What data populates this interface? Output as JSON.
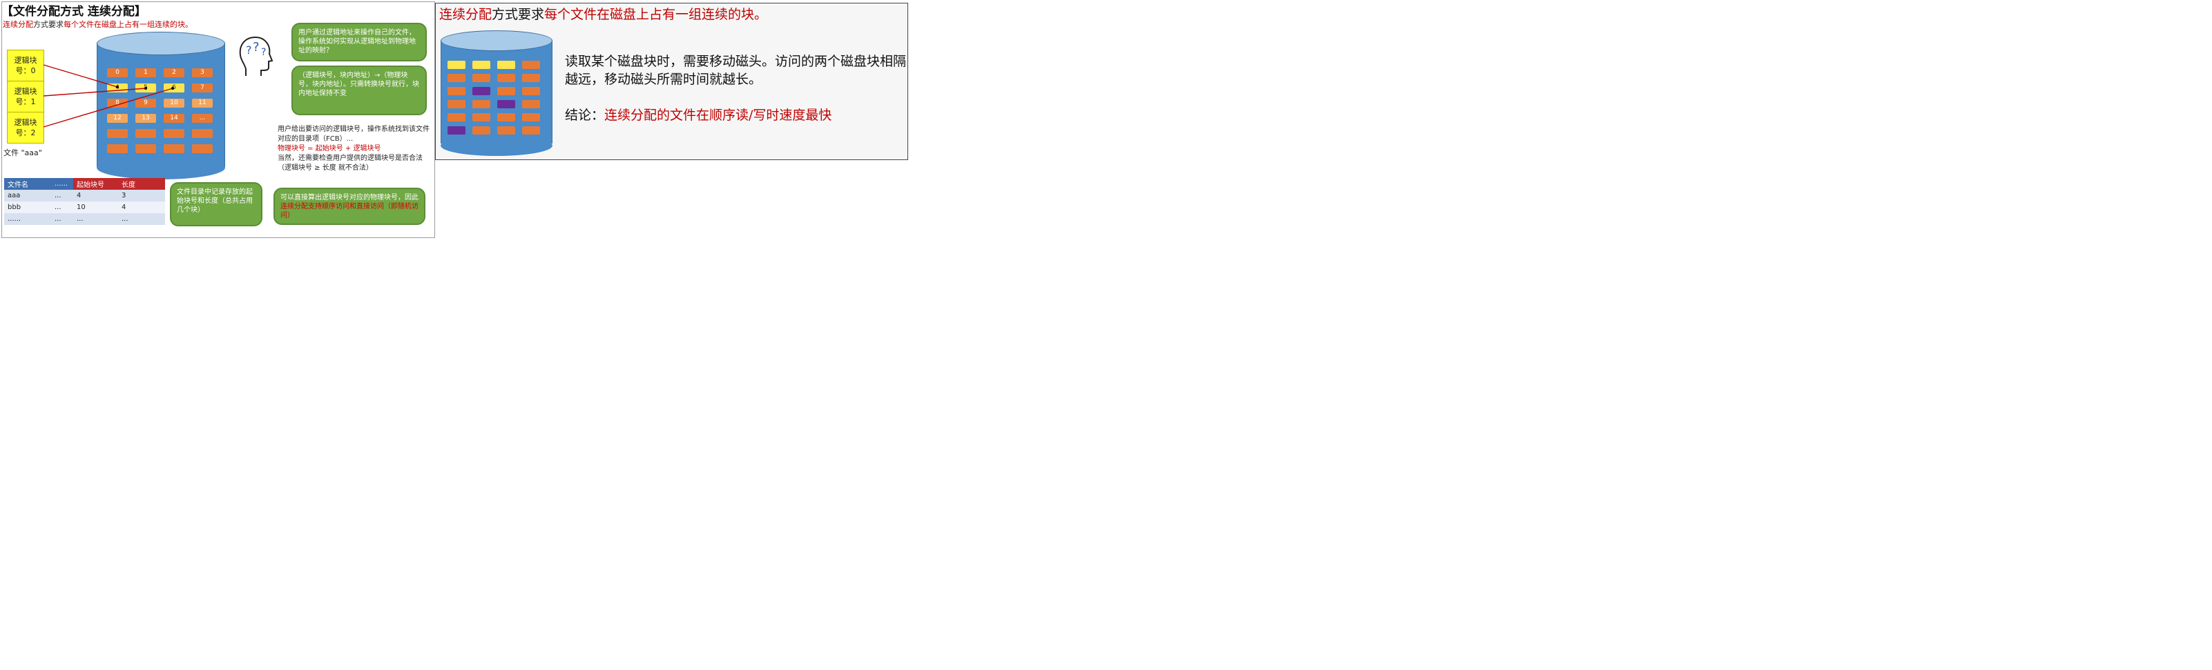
{
  "left_slide": {
    "title": "【文件分配方式 连续分配】",
    "subtitle": {
      "part1": "连续分配",
      "part2": "方式要求",
      "part3": "每个文件在磁盘上占有一组连续的块。"
    },
    "logical_blocks": [
      "逻辑块号：0",
      "逻辑块号：1",
      "逻辑块号：2"
    ],
    "file_label": "文件 \"aaa\"",
    "disk_block_numbers": [
      "0",
      "1",
      "2",
      "3",
      "4",
      "5",
      "6",
      "7",
      "8",
      "9",
      "10",
      "11",
      "12",
      "13",
      "14",
      "..."
    ],
    "table": {
      "headers": [
        "文件名",
        "......",
        "起始块号",
        "长度"
      ],
      "rows": [
        [
          "aaa",
          "...",
          "4",
          "3"
        ],
        [
          "bbb",
          "...",
          "10",
          "4"
        ],
        [
          "......",
          "...",
          "...",
          "..."
        ]
      ]
    },
    "bubble_top": "用户通过逻辑地址来操作自己的文件，操作系统如何实现从逻辑地址到物理地址的映射？",
    "bubble_mid": "（逻辑块号，块内地址）→（物理块号，块内地址）。只需转换块号就行，块内地址保持不变",
    "info": {
      "line1": "用户给出要访问的逻辑块号，操作系统找到该文件对应的目录项（FCB）...",
      "formula": "物理块号 = 起始块号 + 逻辑块号",
      "line3": "当然，还需要检查用户提供的逻辑块号是否合法（逻辑块号 ≥ 长度 就不合法）"
    },
    "bubble_table": "文件目录中记录存放的起始块号和长度（总共占用几个块）",
    "bubble_bottom": {
      "part1": "可以直接算出逻辑块号对应的物理块号，因此",
      "part2": "连续分配支持顺序访问和直接访问（即随机访问）"
    }
  },
  "right_slide": {
    "title_part1": "连续分配",
    "title_part2": "方式要求",
    "title_part3": "每个文件在磁盘上占有一组连续的块。",
    "text": "读取某个磁盘块时，需要移动磁头。访问的两个磁盘块相隔越远，移动磁头所需时间就越长。",
    "conclusion_label": "结论：",
    "conclusion": "连续分配的文件在顺序读/写时速度最快"
  },
  "colors": {
    "accent_red": "#c00000",
    "bubble_green": "#70a844",
    "disk_blue": "#4a8bc9",
    "block_orange": "#e87935",
    "block_yellow": "#ffe64d",
    "block_purple": "#6a2c9a",
    "table_blue": "#3e6fb0"
  }
}
